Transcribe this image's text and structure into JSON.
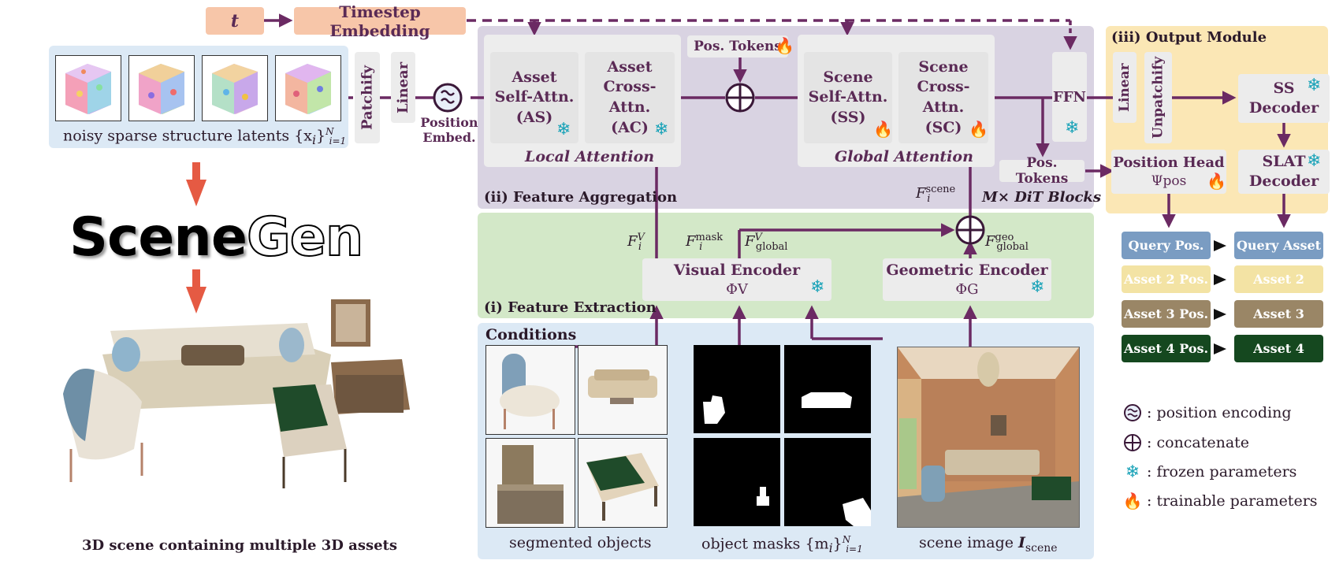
{
  "top": {
    "t_label": "t",
    "timestep_label": "Timestep Embedding"
  },
  "input": {
    "caption": "noisy sparse structure latents {x",
    "caption_sub": "i",
    "caption_tail": "}",
    "caption_sup": "N",
    "caption_sub2": "i=1",
    "patchify": "Patchify",
    "linear": "Linear",
    "pos_embed": "Position Embed."
  },
  "aggregation": {
    "title": "(ii) Feature Aggregation",
    "asset_self": [
      "Asset",
      "Self-Attn.",
      "(AS)"
    ],
    "asset_cross": [
      "Asset",
      "Cross-Attn.",
      "(AC)"
    ],
    "local_attention": "Local Attention",
    "pos_tokens": "Pos. Tokens",
    "scene_self": [
      "Scene",
      "Self-Attn.",
      "(SS)"
    ],
    "scene_cross": [
      "Scene",
      "Cross-Attn.",
      "(SC)"
    ],
    "global_attention": "Global Attention",
    "ffn": "FFN",
    "pos_tokens_2": "Pos. Tokens",
    "dit_blocks": "M× DiT Blocks",
    "f_scene": "F",
    "f_scene_sup": "scene",
    "f_scene_sub": "i"
  },
  "output": {
    "title": "(iii) Output Module",
    "linear": "Linear",
    "unpatchify": "Unpatchify",
    "ss_decoder": [
      "SS",
      "Decoder"
    ],
    "slat_decoder": [
      "SLAT",
      "Decoder"
    ],
    "position_head": "Position Head",
    "psi": "Ψpos",
    "query_pos": "Query Pos.",
    "query_asset": "Query Asset",
    "asset2_pos": "Asset 2 Pos.",
    "asset2": "Asset 2",
    "asset3_pos": "Asset 3 Pos.",
    "asset3": "Asset 3",
    "asset4_pos": "Asset 4 Pos.",
    "asset4": "Asset 4"
  },
  "extraction": {
    "title": "(i) Feature Extraction",
    "visual_encoder": "Visual Encoder",
    "phi_v": "ΦV",
    "geometric_encoder": "Geometric Encoder",
    "phi_g": "ΦG",
    "f_v": "F",
    "f_mask": "F",
    "f_global": "F",
    "f_geo": "F"
  },
  "conditions": {
    "title": "Conditions",
    "segmented_objects": "segmented objects",
    "object_masks": "object masks {m",
    "object_masks_sub": "i",
    "object_masks_tail": "}",
    "object_masks_sup": "N",
    "object_masks_sub2": "i=1",
    "scene_image": "scene image ",
    "scene_image_sym": "I",
    "scene_image_sub": "scene"
  },
  "brand": {
    "scene": "Scene",
    "gen": "Gen",
    "caption": "3D scene containing multiple 3D assets"
  },
  "legend": {
    "pos_enc": ": position encoding",
    "concat": ": concatenate",
    "frozen": ": frozen parameters",
    "trainable": ": trainable parameters"
  },
  "colors": {
    "arrow": "#6b2a63",
    "aggregation_bg": "#d9d3e2",
    "extraction_bg": "#d3e8c8",
    "conditions_bg": "#dce9f5",
    "output_bg": "#fbe7b5",
    "input_bg": "#dce9f5",
    "timestep_bg": "#f7c6a9",
    "query_blue": "#7a9cc2",
    "asset2_yellow": "#f3e3a4",
    "asset3_brown": "#9a8666",
    "asset4_green": "#15481f",
    "down_arrow": "#e55a43"
  }
}
